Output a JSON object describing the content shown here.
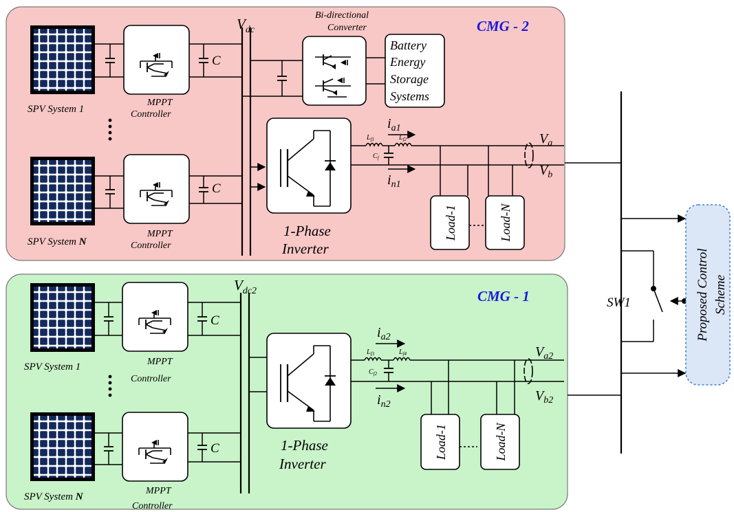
{
  "colors": {
    "cmg2_background": "#f8c8c6",
    "cmg1_background": "#c9f3c9",
    "control_box": "#dbe6f7",
    "control_border": "#3a7fe0",
    "cmg_title": "#1a1adb"
  },
  "cmg2": {
    "title": "CMG - 2",
    "vdc_main": "V",
    "vdc_sub": "dc",
    "pv_top_label": "SPV System 1",
    "pv_bottom_label_prefix": "SPV System ",
    "pv_bottom_label_bold": "N",
    "mppt_line1": "MPPT",
    "mppt_line2": "Controller",
    "cap_label": "C",
    "bidir_line1": "Bi-directional",
    "bidir_line2": "Converter",
    "battery_lines": [
      "Battery",
      "Energy",
      "Storage",
      "Systems"
    ],
    "inverter_line1": "1-Phase",
    "inverter_line2": "Inverter",
    "current_a_main": "i",
    "current_a_sub": "a1",
    "current_n_main": "i",
    "current_n_sub": "n1",
    "lf1_main": "L",
    "lf1_sub": "f1",
    "lf2_main": "L",
    "lf2_sub": "f2",
    "cf_main": "C",
    "cf_sub": "f",
    "va_main": "V",
    "va_sub": "a",
    "vb_main": "V",
    "vb_sub": "b",
    "load_1": "Load-1",
    "load_n": "Load-N"
  },
  "cmg1": {
    "title": "CMG - 1",
    "vdc_main": "V",
    "vdc_sub": "dc2",
    "pv_top_label": "SPV System 1",
    "pv_bottom_label_prefix": "SPV System ",
    "pv_bottom_label_bold": "N",
    "mppt_line1": "MPPT",
    "mppt_line2": "Controller",
    "cap_label": "C",
    "inverter_line1": "1-Phase",
    "inverter_line2": "Inverter",
    "current_a_main": "i",
    "current_a_sub": "a2",
    "current_n_main": "i",
    "current_n_sub": "n2",
    "lf3_main": "L",
    "lf3_sub": "f3",
    "lf4_main": "L",
    "lf4_sub": "f4",
    "cf2_main": "C",
    "cf2_sub": "f2",
    "va_main": "V",
    "va_sub": "a2",
    "vb_main": "V",
    "vb_sub": "b2",
    "load_1": "Load-1",
    "load_n": "Load-N"
  },
  "switch_label": "SW1",
  "control": {
    "line1": "Proposed Control",
    "line2": "Scheme"
  },
  "icons": [
    "solar-panel-icon",
    "mppt-converter-icon",
    "bidirectional-converter-icon",
    "inverter-icon",
    "capacitor-icon",
    "inductor-icon",
    "switch-icon"
  ]
}
